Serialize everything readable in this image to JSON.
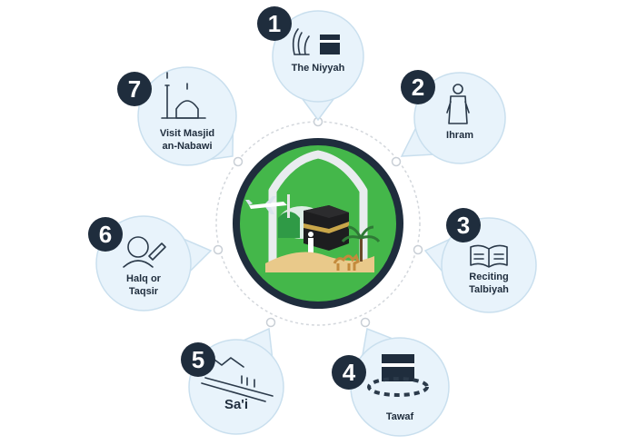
{
  "colors": {
    "bubble_fill": "#e8f3fb",
    "bubble_stroke": "#c9dfee",
    "badge_fill": "#1f2d3d",
    "center_green": "#44b74a",
    "center_ring": "#1f2d3d",
    "orbit_line": "#d3d7dc",
    "icon_stroke": "#2b3a4a"
  },
  "center": {
    "illustration": "kaaba-madinah-scene"
  },
  "steps": [
    {
      "number": "1",
      "label_lines": [
        "The Niyyah"
      ],
      "icon": "praying-hands-kaaba-icon"
    },
    {
      "number": "2",
      "label_lines": [
        "Ihram"
      ],
      "icon": "pilgrim-icon"
    },
    {
      "number": "3",
      "label_lines": [
        "Reciting",
        "Talbiyah"
      ],
      "icon": "open-book-icon"
    },
    {
      "number": "4",
      "label_lines": [
        "Tawaf"
      ],
      "icon": "kaaba-circling-icon"
    },
    {
      "number": "5",
      "label_lines": [
        "Sa'i"
      ],
      "icon": "hills-walking-icon"
    },
    {
      "number": "6",
      "label_lines": [
        "Halq or",
        "Taqsir"
      ],
      "icon": "shaving-icon"
    },
    {
      "number": "7",
      "label_lines": [
        "Visit Masjid",
        "an-Nabawi"
      ],
      "icon": "mosque-icon"
    }
  ]
}
